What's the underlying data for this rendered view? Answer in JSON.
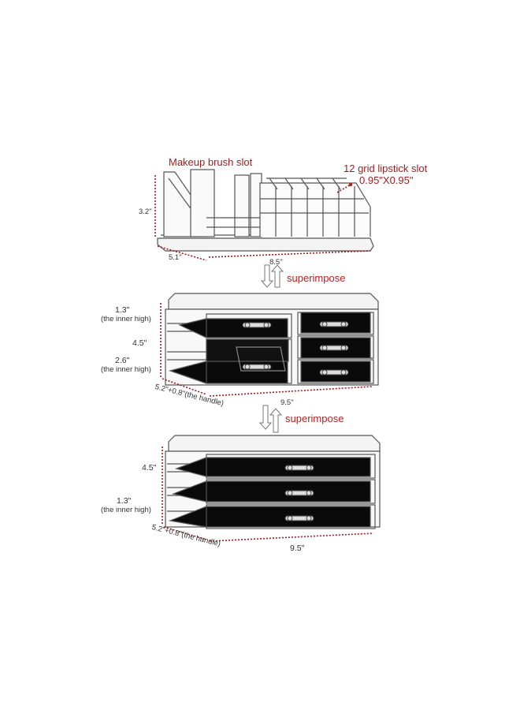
{
  "labels": {
    "brush_slot": "Makeup brush slot",
    "lipstick_slot": "12 grid lipstick slot",
    "lipstick_size": "0.95\"X0.95\"",
    "top_height": "3.2\"",
    "top_depth": "5.1\"",
    "top_width": "8.5\"",
    "superimpose_1": "superimpose",
    "superimpose_2": "superimpose",
    "mid_h1": "1.3\"",
    "mid_h1_note": "(the inner high)",
    "mid_h2": "4.5\"",
    "mid_h3": "2.6\"",
    "mid_h3_note": "(the inner high)",
    "mid_depth": "5.2\"+0.8\"(the handle)",
    "mid_width": "9.5\"",
    "bot_h1": "4.5\"",
    "bot_h2": "1.3\"",
    "bot_h2_note": "(the inner high)",
    "bot_depth": "5.2\"+0.8\"(the handle)",
    "bot_width": "9.5\""
  },
  "colors": {
    "dimension": "#9b1c1c",
    "arrow": "#b22222",
    "acrylic": "#555555",
    "drawer_fill": "#0a0a0a"
  }
}
